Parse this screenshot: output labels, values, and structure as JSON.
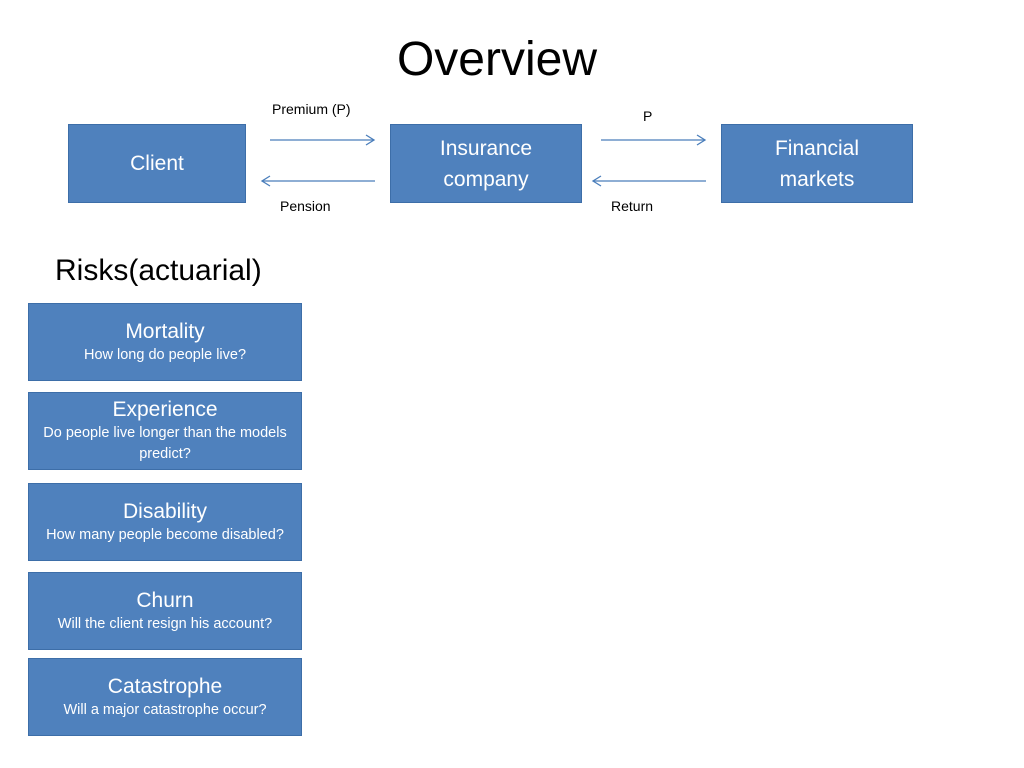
{
  "title": "Overview",
  "colors": {
    "box": "#4f81bd",
    "arrow": "#4a7ebb"
  },
  "flow": {
    "nodes": [
      "Client",
      "Insurance company",
      "Financial markets"
    ],
    "arrows": {
      "premium": "Premium (P)",
      "p": "P",
      "pension": "Pension",
      "return": "Return"
    }
  },
  "risks": {
    "heading": "Risks(actuarial)",
    "items": [
      {
        "name": "Mortality",
        "desc": "How long do people live?"
      },
      {
        "name": "Experience",
        "desc": "Do people live longer than the models predict?"
      },
      {
        "name": "Disability",
        "desc": "How many people become disabled?"
      },
      {
        "name": "Churn",
        "desc": "Will the client resign his account?"
      },
      {
        "name": "Catastrophe",
        "desc": "Will a major catastrophe occur?"
      }
    ]
  }
}
